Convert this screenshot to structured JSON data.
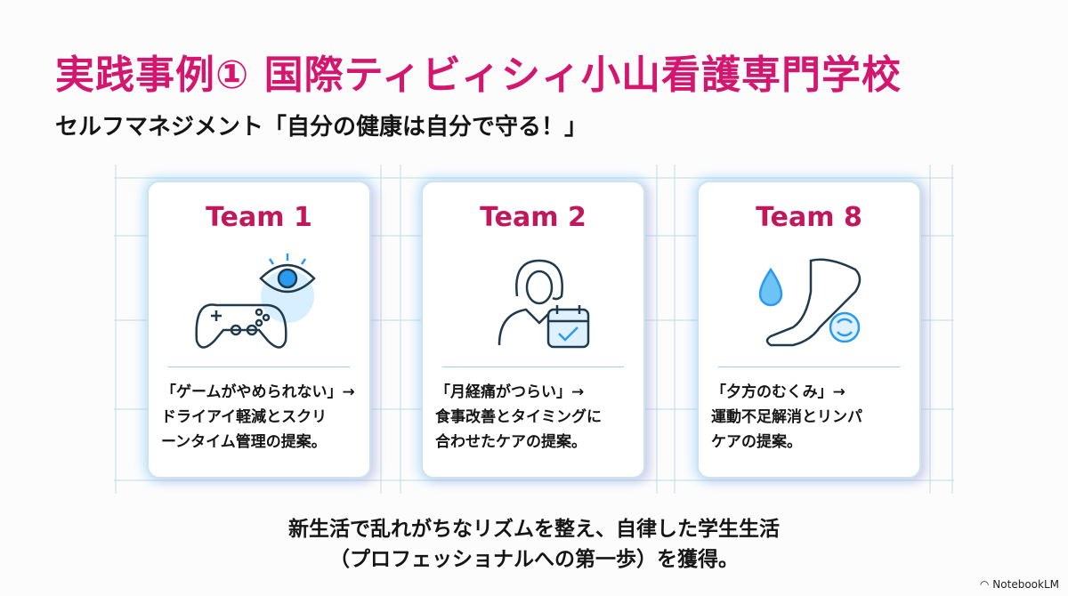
{
  "title": "実践事例① 国際ティビィシィ小山看護専門学校",
  "subtitle": "セルフマネジメント「自分の健康は自分で守る！」",
  "cards": [
    {
      "team": "Team 1",
      "icon": "gamepad-eye-icon",
      "text": "「ゲームがやめられない」→\nドライアイ軽減とスクリ\nーンタイム管理の提案。"
    },
    {
      "team": "Team 2",
      "icon": "woman-calendar-check-icon",
      "text": "「月経痛がつらい」→\n食事改善とタイミングに\n合わせたケアの提案。"
    },
    {
      "team": "Team 8",
      "icon": "leg-drop-cycle-icon",
      "text": "「夕方のむくみ」→\n運動不足解消とリンパ\nケアの提案。"
    }
  ],
  "footer": "新生活で乱れがちなリズムを整え、自律した学生生活\n（プロフェッショナルへの第一歩）を獲得。",
  "brand": "NotebookLM",
  "colors": {
    "accent": "#d4166f",
    "glow": "#78c8ff"
  }
}
